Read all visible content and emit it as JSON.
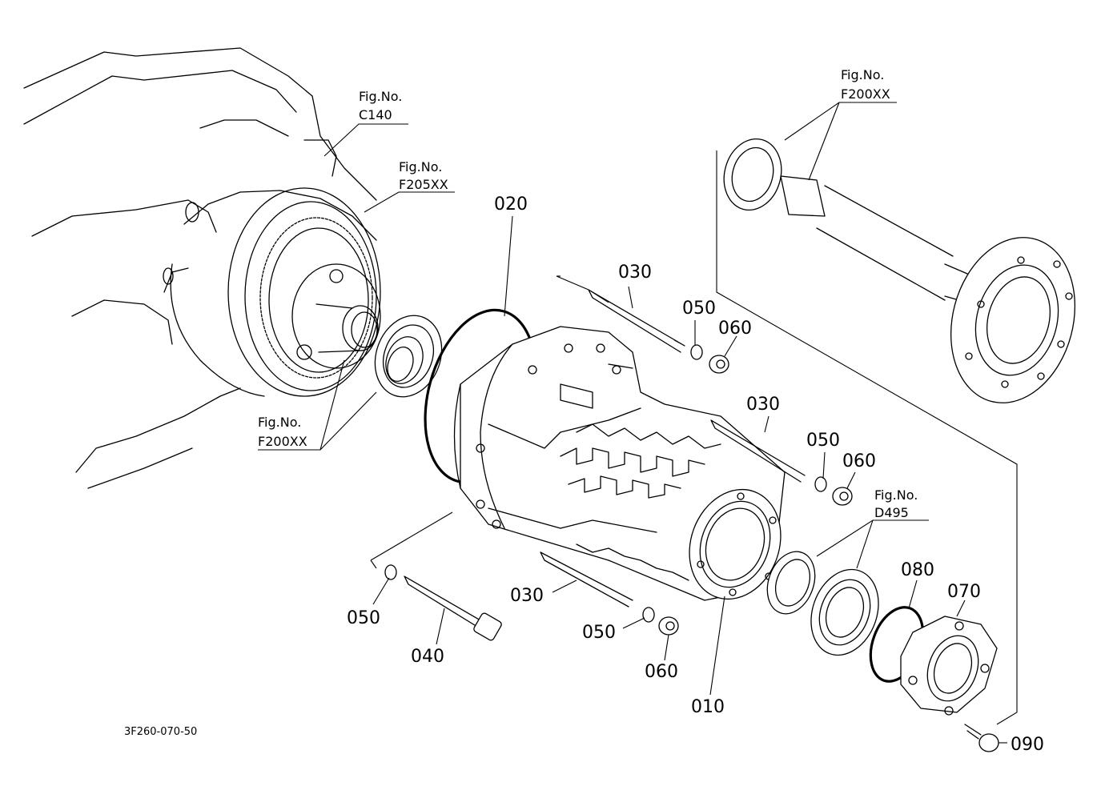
{
  "diagram_code": "3F260-070-50",
  "fig_refs": [
    {
      "id": "c140",
      "line1": "Fig.No.",
      "line2": "C140"
    },
    {
      "id": "f205",
      "line1": "Fig.No.",
      "line2": "F205XX"
    },
    {
      "id": "f200-left",
      "line1": "Fig.No.",
      "line2": "F200XX"
    },
    {
      "id": "f200-right",
      "line1": "Fig.No.",
      "line2": "F200XX"
    },
    {
      "id": "d495",
      "line1": "Fig.No.",
      "line2": "D495"
    }
  ],
  "parts": {
    "p010": "010",
    "p020": "020",
    "p030a": "030",
    "p030b": "030",
    "p030c": "030",
    "p040": "040",
    "p050a": "050",
    "p050b": "050",
    "p050c": "050",
    "p050d": "050",
    "p060a": "060",
    "p060b": "060",
    "p060c": "060",
    "p070": "070",
    "p080": "080",
    "p090": "090"
  }
}
